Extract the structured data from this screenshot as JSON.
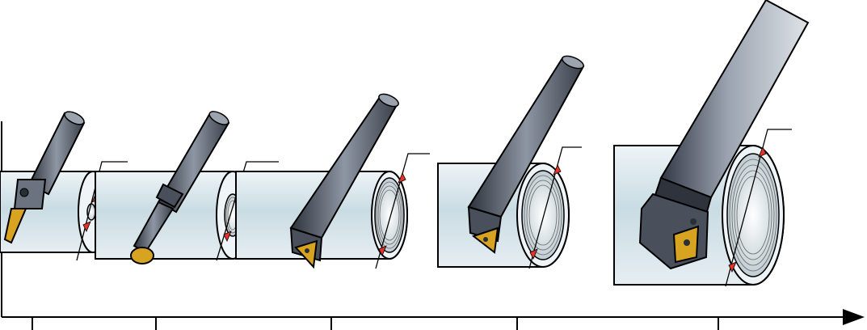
{
  "figure": {
    "subject": "internal-threading-tool-progression",
    "stages": [
      {
        "id": "stage-1",
        "tool": "solid-carbide-small-bore-tool",
        "workpiece": "small-bore-tube"
      },
      {
        "id": "stage-2",
        "tool": "carbide-shank-boring-bar",
        "workpiece": "small-bore-tube"
      },
      {
        "id": "stage-3",
        "tool": "steel-boring-bar-with-triangular-insert",
        "workpiece": "medium-bore-tube"
      },
      {
        "id": "stage-4",
        "tool": "steel-boring-bar-with-triangular-insert",
        "workpiece": "large-bore-tube"
      },
      {
        "id": "stage-5",
        "tool": "large-boring-bar-with-indexable-insert",
        "workpiece": "largest-bore-tube"
      }
    ],
    "colors": {
      "tube_fill": "#d4e3e9",
      "tube_light": "#eef4f7",
      "tool_dark": "#3a3f49",
      "tool_light": "#8d96a3",
      "insert_gold": "#d7a321",
      "marker_red": "#e5322b",
      "outline": "#000000"
    },
    "icons": [
      "horizontal-axis-arrow",
      "red-diameter-marker"
    ]
  }
}
